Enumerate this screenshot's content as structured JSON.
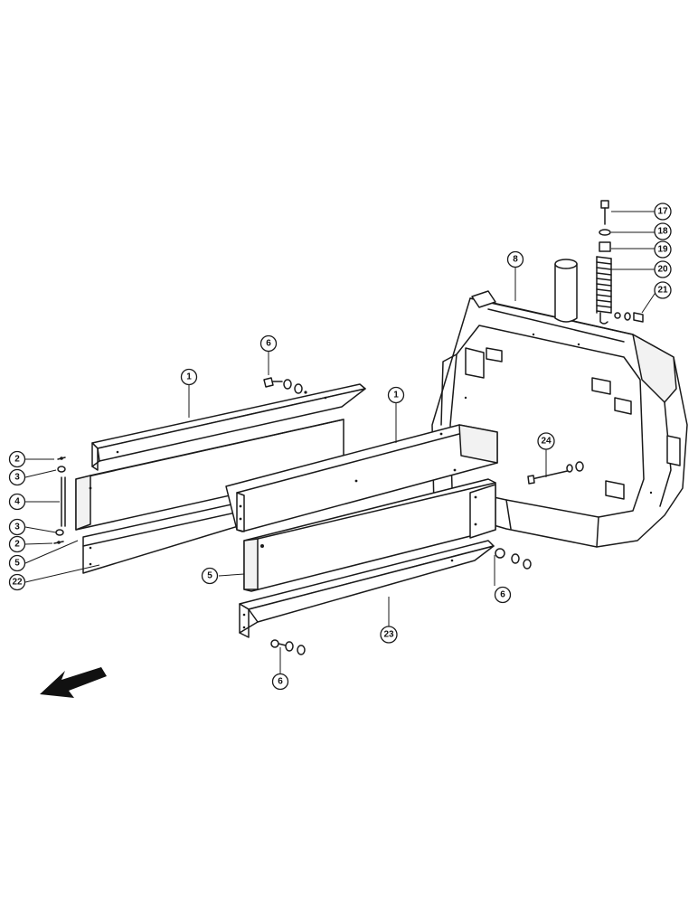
{
  "diagram": {
    "style": "exploded parts diagram, black line art on white",
    "callouts": [
      {
        "id": "c1a",
        "label": "1"
      },
      {
        "id": "c1b",
        "label": "1"
      },
      {
        "id": "c2a",
        "label": "2"
      },
      {
        "id": "c2b",
        "label": "2"
      },
      {
        "id": "c3a",
        "label": "3"
      },
      {
        "id": "c3b",
        "label": "3"
      },
      {
        "id": "c4",
        "label": "4"
      },
      {
        "id": "c5a",
        "label": "5"
      },
      {
        "id": "c5b",
        "label": "5"
      },
      {
        "id": "c6a",
        "label": "6"
      },
      {
        "id": "c6b",
        "label": "6"
      },
      {
        "id": "c6c",
        "label": "6"
      },
      {
        "id": "c8",
        "label": "8"
      },
      {
        "id": "c17",
        "label": "17"
      },
      {
        "id": "c18",
        "label": "18"
      },
      {
        "id": "c19",
        "label": "19"
      },
      {
        "id": "c20",
        "label": "20"
      },
      {
        "id": "c21",
        "label": "21"
      },
      {
        "id": "c22",
        "label": "22"
      },
      {
        "id": "c23",
        "label": "23"
      },
      {
        "id": "c24",
        "label": "24"
      }
    ],
    "direction_arrow": "arrow-icon"
  }
}
